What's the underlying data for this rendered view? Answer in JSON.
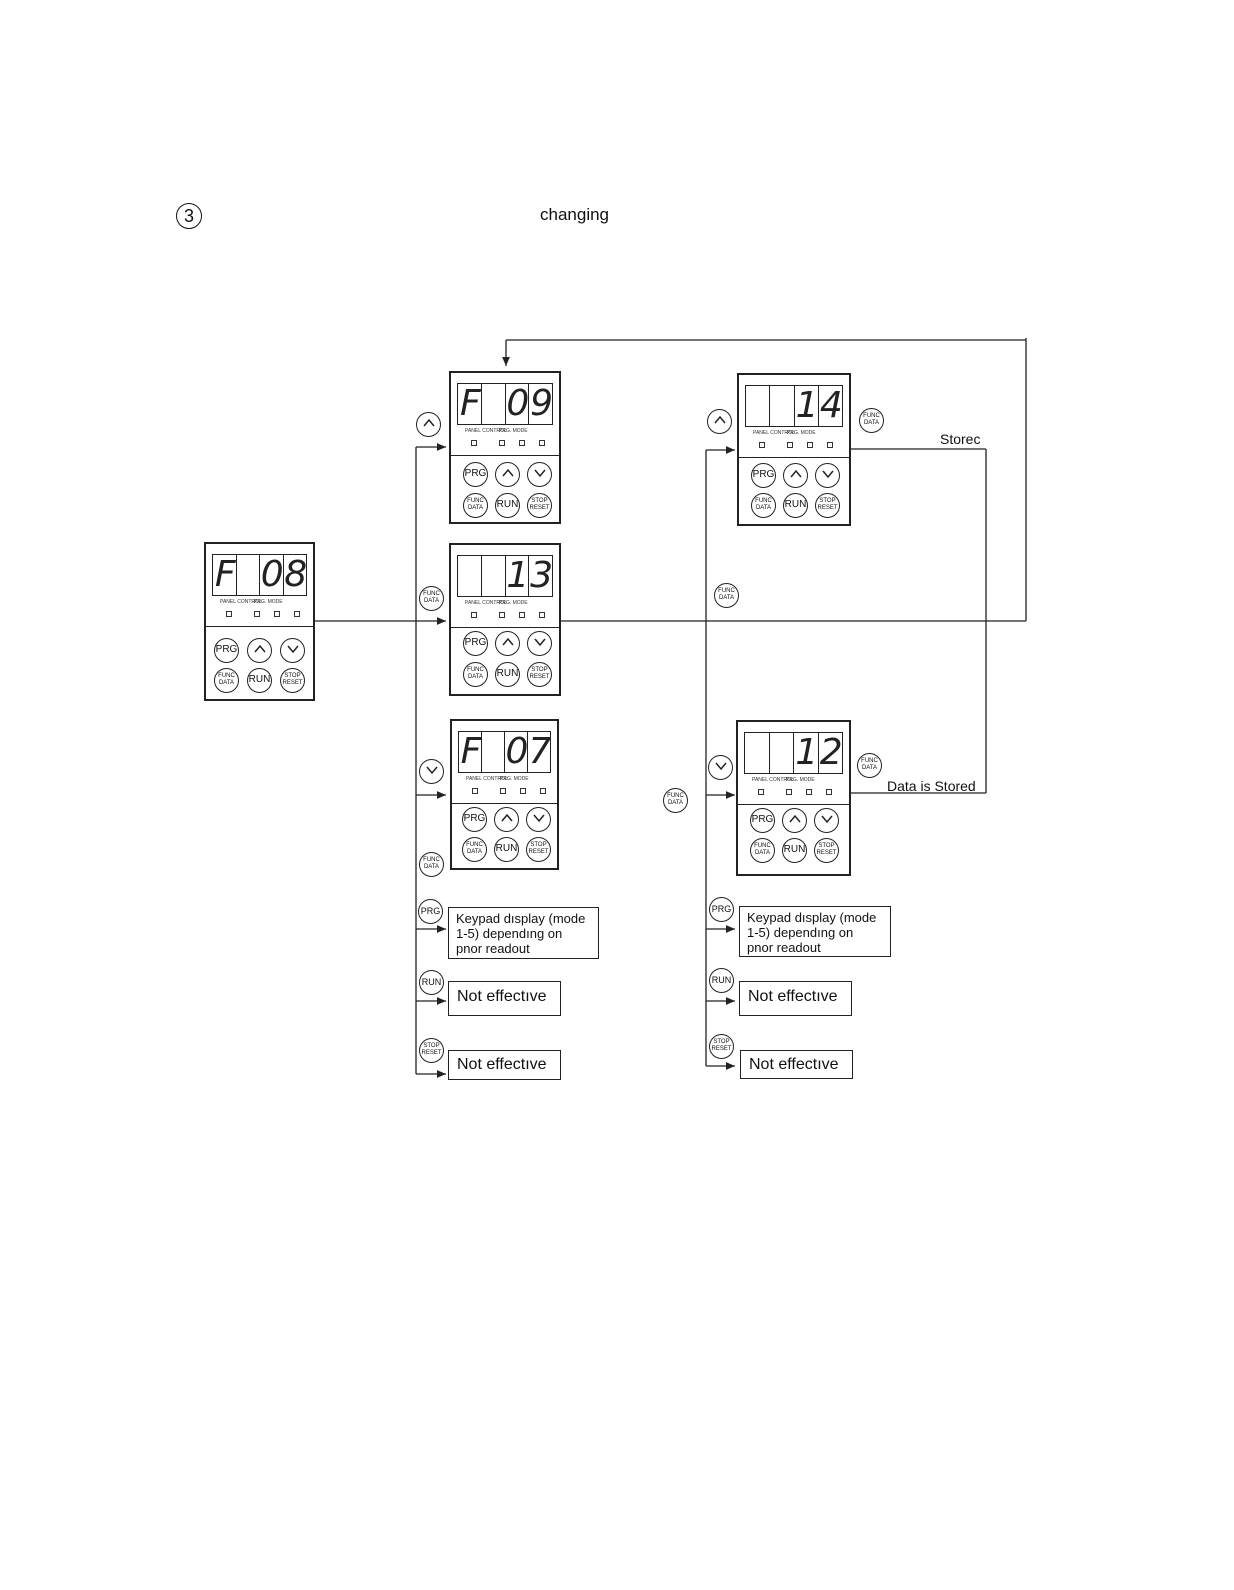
{
  "header": {
    "number": "3",
    "word": "changing"
  },
  "keypad": {
    "indicator_panel": "PANEL CONTROL",
    "indicator_prg": "PRG. MODE",
    "btn_prg": "PRG",
    "btn_func": "FUNC",
    "btn_data": "DATA",
    "btn_run": "RUN",
    "btn_stop": "STOP",
    "btn_reset": "RESET"
  },
  "panels": [
    {
      "id": "start",
      "digits": [
        "F",
        "",
        "0",
        "8"
      ]
    },
    {
      "id": "up",
      "digits": [
        "F",
        "",
        "0",
        "9"
      ]
    },
    {
      "id": "func",
      "digits": [
        "",
        "",
        "1",
        "3"
      ]
    },
    {
      "id": "down",
      "digits": [
        "F",
        "",
        "0",
        "7"
      ]
    },
    {
      "id": "data-up",
      "digits": [
        "",
        "",
        "1",
        "4"
      ]
    },
    {
      "id": "data-down",
      "digits": [
        "",
        "",
        "1",
        "2"
      ]
    }
  ],
  "labels": {
    "stored_top": "Storec",
    "stored_bottom": "Data is Stored",
    "keypad_display_left": [
      "Keypad dısplay (mode",
      "1-5) dependıng on",
      "pnor readout"
    ],
    "keypad_display_right": [
      "Keypad dısplay (mode",
      "1-5) dependıng on",
      "pnor readout"
    ],
    "not_effective_run_left": "Not effectıve",
    "not_effective_stop_left": "Not effectıve",
    "not_effective_run_right": "Not effectıve",
    "not_effective_stop_right": "Not effectıve"
  }
}
